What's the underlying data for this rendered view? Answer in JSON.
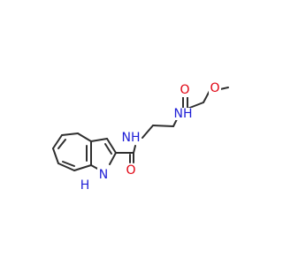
{
  "molecule": {
    "atom_colors": {
      "N": "#1f1fd6",
      "O": "#e0000f",
      "C": "#2f2f2f"
    },
    "labels": {
      "indole_nh_n": "N",
      "indole_nh_h": "H",
      "amide1_nh": "NH",
      "amide1_o": "O",
      "amide2_nh": "NH",
      "amide2_o": "O",
      "ether_o": "O"
    }
  }
}
